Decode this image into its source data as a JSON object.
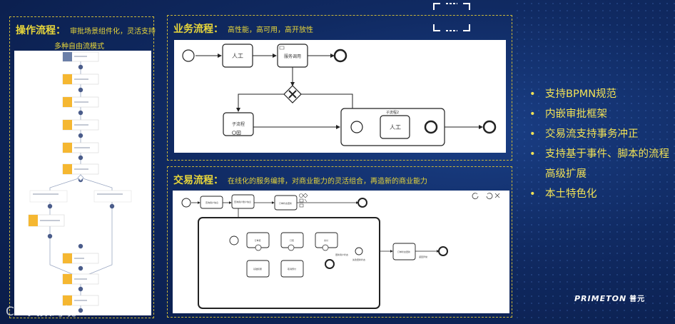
{
  "panels": {
    "operation": {
      "title": "操作流程：",
      "subtitle_line1": "审批场景组件化，灵活支持",
      "subtitle_line2": "多种自由流模式"
    },
    "business": {
      "title": "业务流程：",
      "subtitle": "高性能，高可用，高开放性"
    },
    "trade": {
      "title": "交易流程：",
      "subtitle": "在线化的服务编排，对商业能力的灵活组合，再造新的商业能力"
    }
  },
  "business_diagram": {
    "task_manual": "人工",
    "task_service": "服务调用",
    "task_subprocess": "子流程",
    "subprocess_title": "子流程2",
    "sub_task_manual": "人工"
  },
  "trade_diagram": {
    "t1": "查询用户信息",
    "t2": "查询用户账户信息",
    "t3": "订单状态更新",
    "t4": "订单费",
    "t5": "订费",
    "t6": "支付",
    "t7": "基础积累",
    "t8": "取消预付",
    "t9": "订单状态更新",
    "l1": "更新用户状态",
    "l2": "失败更新状态",
    "l3": "返回异常"
  },
  "bullets": [
    "支持BPMN规范",
    "内嵌审批框架",
    "交易流支持事务冲正",
    "支持基于事件、脚本的流程高级扩展",
    "本土特色化"
  ],
  "brand": {
    "name": "PRIMETON",
    "cn": "普元"
  },
  "watermark": "CO 大数跨境",
  "colors": {
    "accent": "#e8d63a",
    "background": "#102a62",
    "approval_node": "#f5b731",
    "start_node": "#6b7fa8",
    "connector": "#4a5c8a"
  }
}
